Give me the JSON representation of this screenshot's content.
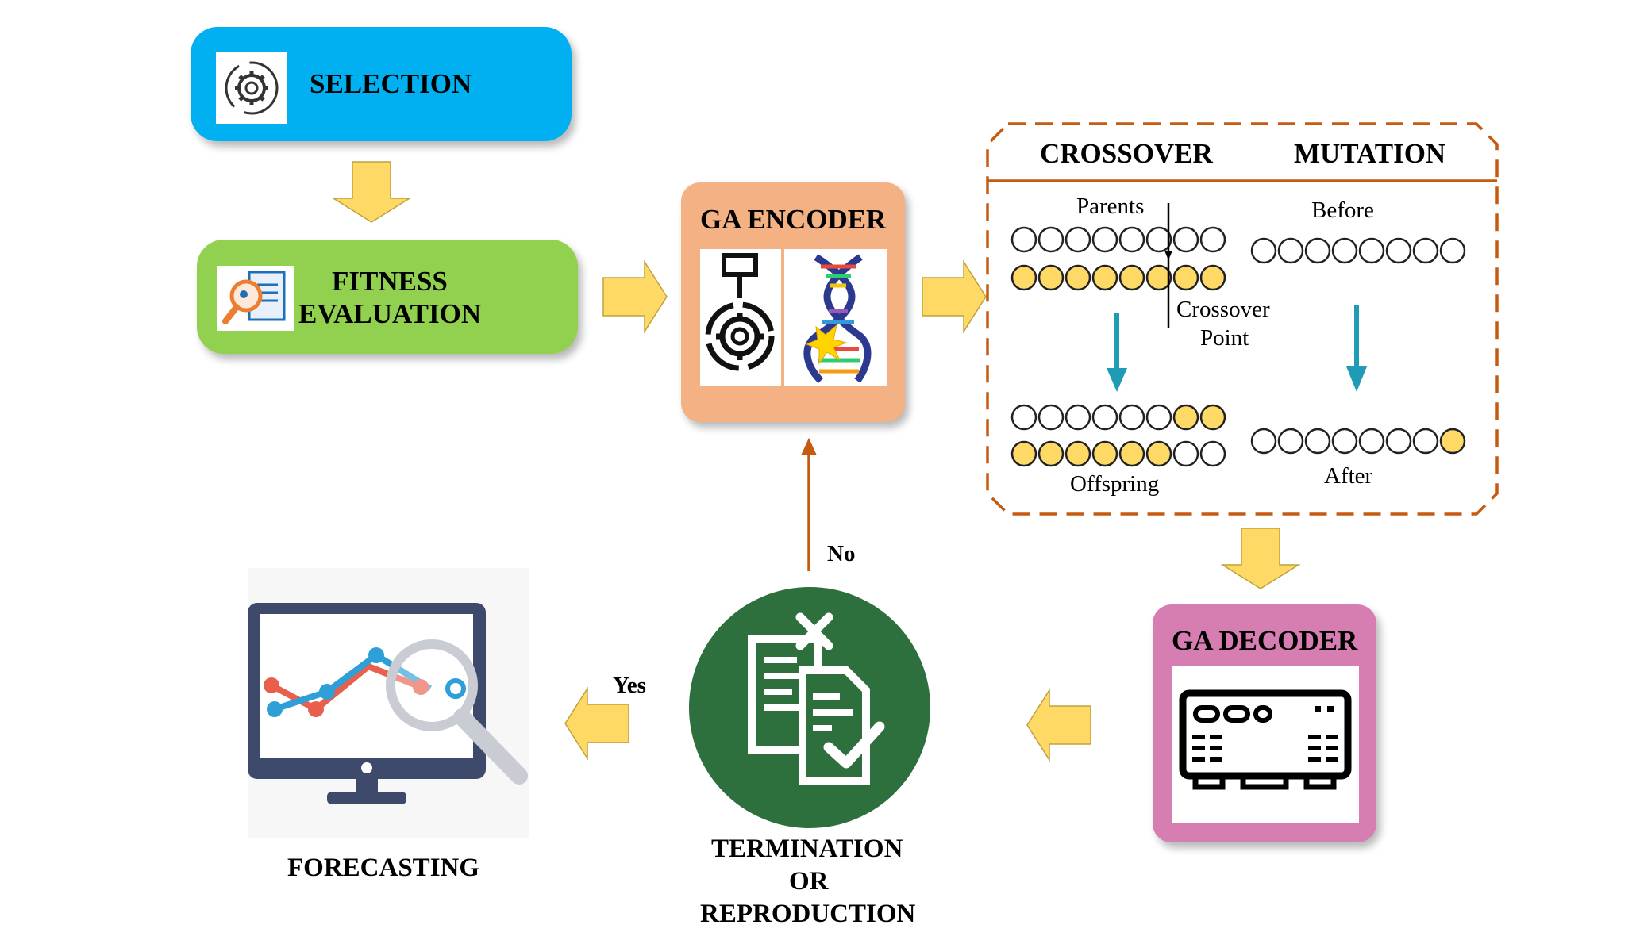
{
  "selection": {
    "label": "SELECTION",
    "icon": "gear-cycle-icon",
    "color": "#00b0f0"
  },
  "fitness": {
    "label_line1": "FITNESS",
    "label_line2": "EVALUATION",
    "icon": "document-magnifier-icon",
    "color": "#92d050"
  },
  "encoder": {
    "label": "GA ENCODER",
    "color": "#f4b183",
    "icons": [
      "flowchart-gear-icon",
      "dna-helix-icon"
    ]
  },
  "operations": {
    "crossover_title": "CROSSOVER",
    "mutation_title": "MUTATION",
    "parents": "Parents",
    "crossover_point_line1": "Crossover",
    "crossover_point_line2": "Point",
    "offspring": "Offspring",
    "before": "Before",
    "after": "After",
    "border_color": "#c55a11",
    "gene_color": "#ffd966",
    "arrow_color": "#1f9bb5"
  },
  "decoder": {
    "label": "GA DECODER",
    "color": "#d67eb2",
    "icon": "decoder-device-icon"
  },
  "termination": {
    "line1": "TERMINATION",
    "line2": "OR",
    "line3": "REPRODUCTION",
    "color": "#2e6f3e",
    "icon": "documents-check-icon"
  },
  "branches": {
    "no": "No",
    "yes": "Yes"
  },
  "forecasting": {
    "label": "FORECASTING",
    "icon": "monitor-chart-magnifier-icon"
  },
  "flow_arrow_color": "#ffd966"
}
